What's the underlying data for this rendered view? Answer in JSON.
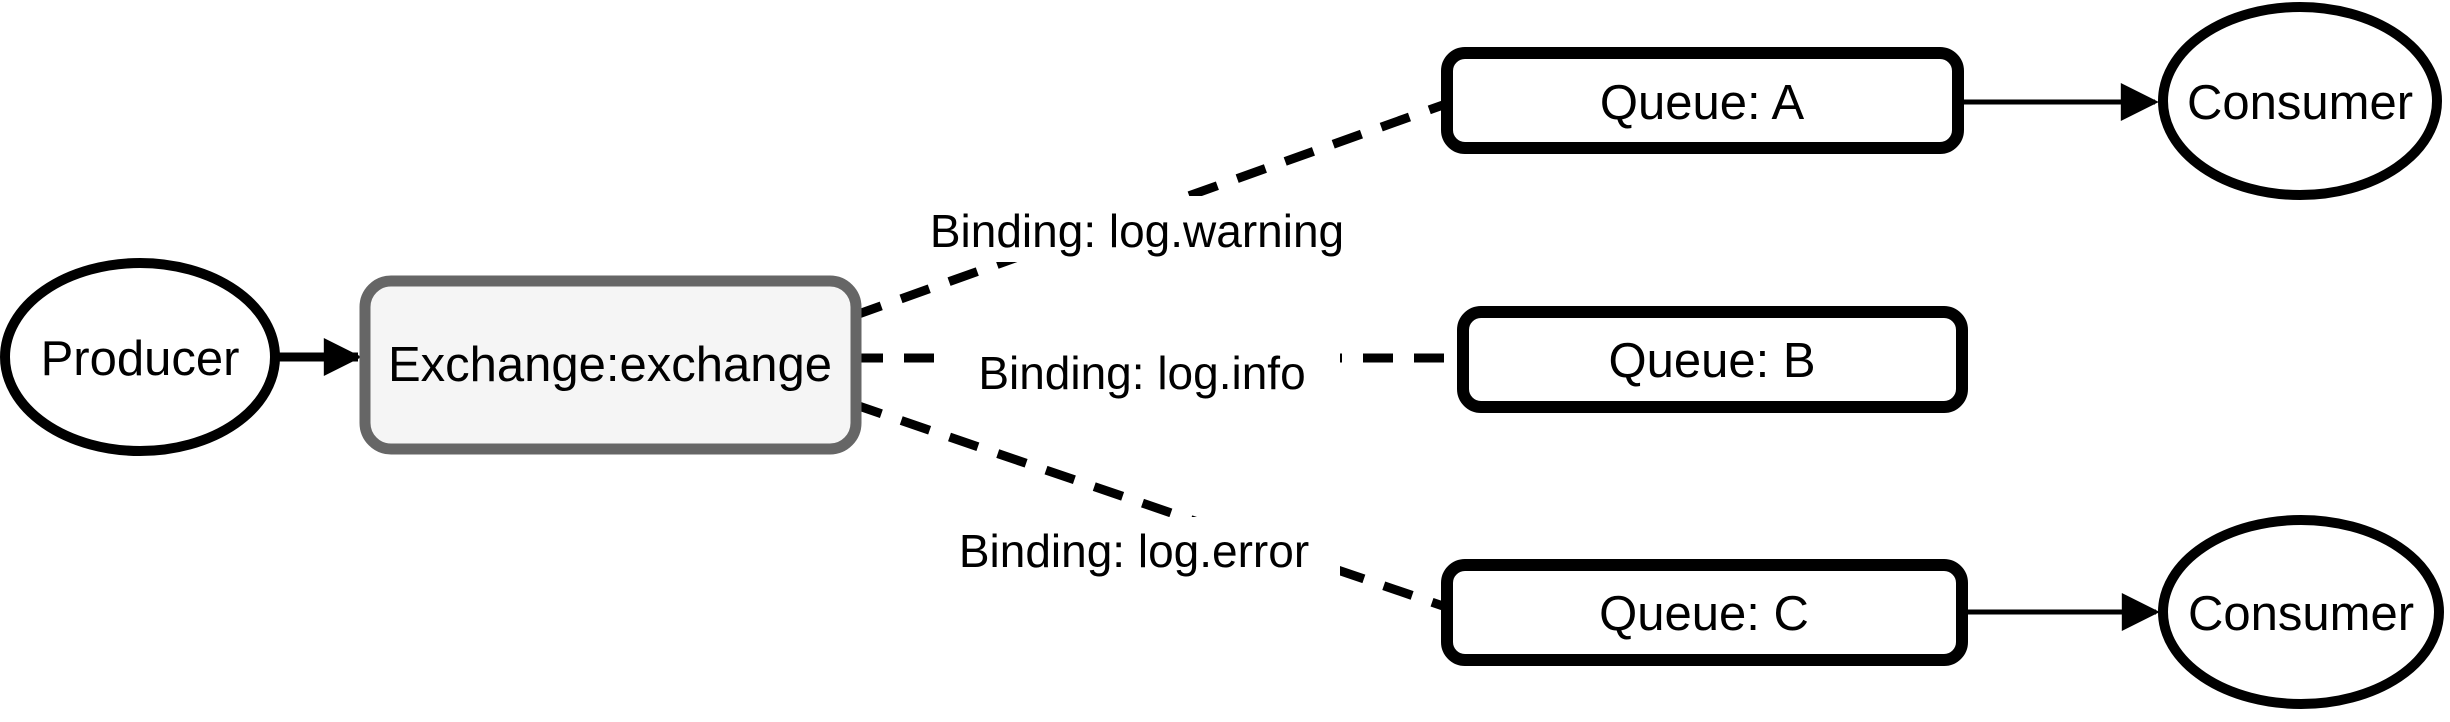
{
  "diagram": {
    "title": "exchange-binding-diagram",
    "colors": {
      "background": "#ffffff",
      "node_stroke": "#000000",
      "node_fill": "#ffffff",
      "exchange_stroke": "#666666",
      "exchange_fill": "#f5f5f5",
      "text": "#000000"
    },
    "nodes": {
      "producer": {
        "label": "Producer",
        "shape": "ellipse"
      },
      "exchange": {
        "label": "Exchange:exchange",
        "shape": "rounded-rect"
      },
      "queue_a": {
        "label": "Queue: A",
        "shape": "rounded-rect"
      },
      "queue_b": {
        "label": "Queue: B",
        "shape": "rounded-rect"
      },
      "queue_c": {
        "label": "Queue: C",
        "shape": "rounded-rect"
      },
      "consumer_top": {
        "label": "Consumer",
        "shape": "ellipse"
      },
      "consumer_bottom": {
        "label": "Consumer",
        "shape": "ellipse"
      }
    },
    "edges": {
      "producer_to_exchange": {
        "style": "solid-arrow",
        "label": ""
      },
      "binding_warning": {
        "style": "dashed",
        "label": "Binding: log.warning"
      },
      "binding_info": {
        "style": "dashed",
        "label": "Binding: log.info"
      },
      "binding_error": {
        "style": "dashed",
        "label": "Binding: log.error"
      },
      "queue_a_to_consumer": {
        "style": "solid-arrow",
        "label": ""
      },
      "queue_c_to_consumer": {
        "style": "solid-arrow",
        "label": ""
      }
    }
  }
}
